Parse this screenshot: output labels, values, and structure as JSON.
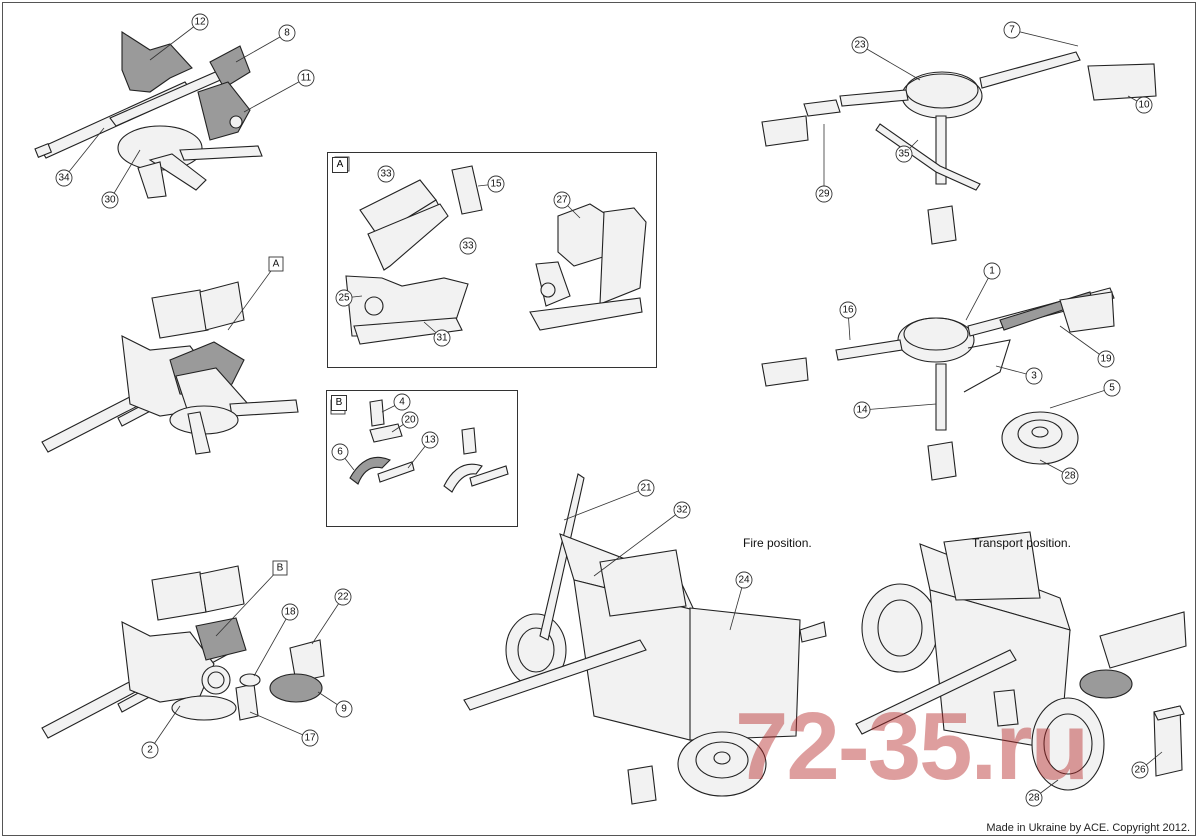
{
  "callouts": [
    "12",
    "8",
    "11",
    "34",
    "30",
    "A",
    "A",
    "33",
    "15",
    "33",
    "27",
    "25",
    "31",
    "B",
    "B",
    "4",
    "20",
    "13",
    "6",
    "18",
    "22",
    "9",
    "17",
    "2",
    "23",
    "7",
    "10",
    "35",
    "29",
    "1",
    "16",
    "19",
    "3",
    "14",
    "5",
    "28",
    "21",
    "32",
    "24",
    "28",
    "26"
  ],
  "panels": {
    "a_label": "A",
    "b_label": "B"
  },
  "captions": {
    "fire": "Fire position.",
    "transport": "Transport position."
  },
  "footer": "Made in Ukraine by ACE. Copyright 2012.",
  "watermark": "72-35.ru",
  "colors": {
    "line": "#222222",
    "part_fill": "#f2f2f2",
    "highlight_fill": "#9a9a9a",
    "watermark": "#b72b2b"
  }
}
